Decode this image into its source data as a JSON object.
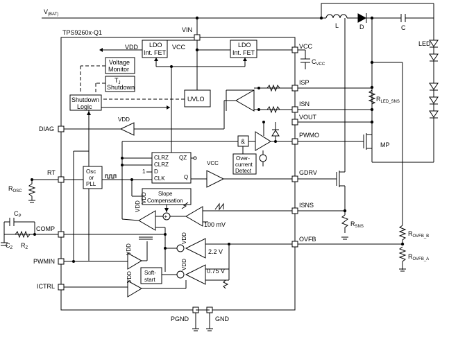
{
  "supply": {
    "vbat": "V",
    "vbat_sub": "(BAT)"
  },
  "ic": {
    "name": "TPS9260x-Q1"
  },
  "pins": {
    "vin": "VIN",
    "vcc": "VCC",
    "isp": "ISP",
    "isn": "ISN",
    "vout": "VOUT",
    "pwmo": "PWMO",
    "gdrv": "GDRV",
    "isns": "ISNS",
    "ovfb": "OVFB",
    "diag": "DIAG",
    "rt": "RT",
    "comp": "COMP",
    "pwmin": "PWMIN",
    "ictrl": "ICTRL",
    "pgnd": "PGND",
    "gnd": "GND"
  },
  "blocks": {
    "ldo1_l1": "LDO",
    "ldo1_l2": "Int. FET",
    "ldo2_l1": "LDO",
    "ldo2_l2": "Int. FET",
    "vmon_l1": "Voltage",
    "vmon_l2": "Monitor",
    "tj_l1": "T",
    "tj_sub": "J",
    "tj_l2": "Shutdown",
    "shut_l1": "Shutdown",
    "shut_l2": "Logic",
    "uvlo": "UVLO",
    "osc_l1": "Osc",
    "osc_l2": "or",
    "osc_l3": "PLL",
    "ff_clrz1": "CLRZ",
    "ff_clrz2": "CLRZ",
    "ff_d": "D",
    "ff_clk": "CLK",
    "ff_qz": "QZ",
    "ff_q": "Q",
    "ff_one": "1",
    "slope_l1": "Slope",
    "slope_l2": "Compensation",
    "ocd_l1": "Over-",
    "ocd_l2": "current",
    "ocd_l3": "Detect",
    "and_gate": "&",
    "soft_l1": "Soft-",
    "soft_l2": "start"
  },
  "net_labels": {
    "vdd": "VDD",
    "vcc": "VCC",
    "v_100mv": "100 mV",
    "v_2v2": "2.2 V",
    "v_0v75": "0.75 V"
  },
  "components": {
    "inductor": "L",
    "diode": "D",
    "cap_out": "C",
    "led": "LED",
    "rled": "R",
    "rled_sub": "LED_SNS",
    "mp": "MP",
    "rsns": "R",
    "rsns_sub": "SNS",
    "rosc": "R",
    "rosc_sub": "OSC",
    "cp": "C",
    "cp_sub": "P",
    "cz": "C",
    "cz_sub": "Z",
    "rz": "R",
    "rz_sub": "Z",
    "cvcc": "C",
    "cvcc_sub": "VCC",
    "rovfb_b": "R",
    "rovfb_b_sub": "OVFB_B",
    "rovfb_a": "R",
    "rovfb_a_sub": "OVFB_A"
  }
}
